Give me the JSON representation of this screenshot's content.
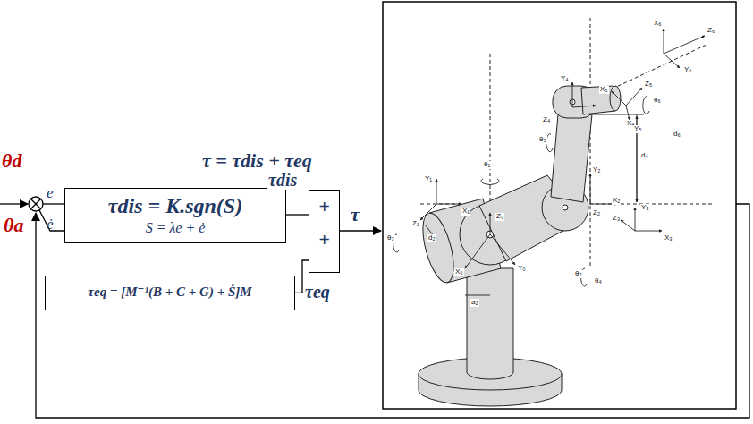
{
  "diagram": {
    "nodes": [
      {
        "text": [
          "τdis = K.sgn(S)",
          "S = λe + ė"
        ]
      },
      {
        "text": [
          "τeq = [M⁻¹(B + C + G) + Ṡ]M"
        ]
      },
      {
        "text": [
          "+",
          "+"
        ]
      }
    ],
    "edges": [
      {
        "from": 0,
        "to": 2,
        "arrow": "none",
        "label": "τdis"
      },
      {
        "from": 1,
        "to": 2,
        "arrow": "none",
        "label": "τeq"
      }
    ],
    "labels": [
      "θd",
      "θa",
      "e",
      "ė",
      "τ = τdis + τeq",
      "τ",
      "θ₁",
      "Y₁",
      "X₁",
      "Z₁",
      "d₂",
      "θ₃",
      "Z₀",
      "Y₀",
      "X₀",
      "a₂",
      "θ₂",
      "Z₂",
      "Y₂",
      "X₂",
      "θ₄",
      "Z₃",
      "Y₃",
      "X₃",
      "d₄",
      "Y₄",
      "X₄",
      "Z₄",
      "θ₅",
      "X₅",
      "Y₅",
      "Z₅",
      "θ₆",
      "d₆",
      "X₆",
      "Z₆",
      "Y₆"
    ]
  }
}
